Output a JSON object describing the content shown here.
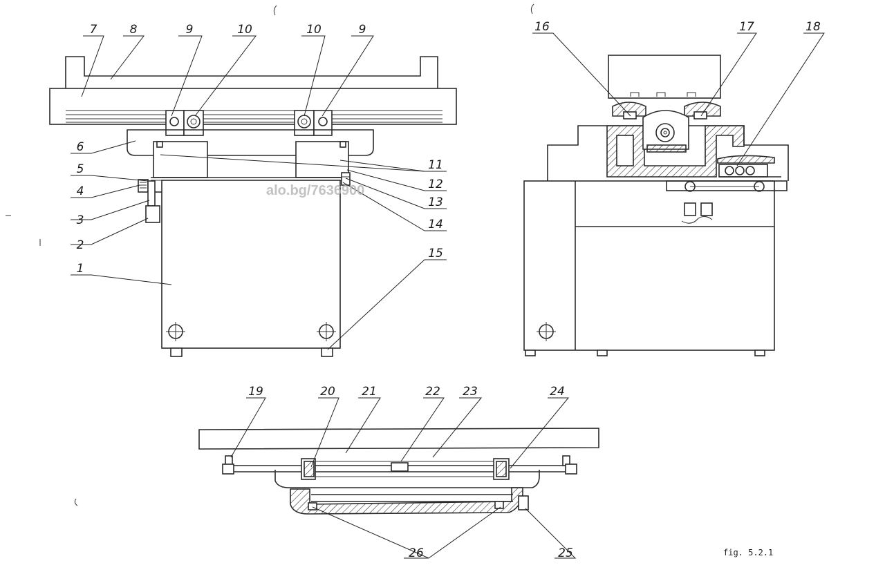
{
  "figure": {
    "caption": "fig. 5.2.1",
    "watermark": "alo.bg/7636900"
  },
  "labels": {
    "front_view": [
      "1",
      "2",
      "3",
      "4",
      "5",
      "6",
      "7",
      "8",
      "9",
      "10",
      "10",
      "9",
      "11",
      "12",
      "13",
      "14",
      "15"
    ],
    "side_view": [
      "16",
      "17",
      "18"
    ],
    "bottom_view": [
      "19",
      "20",
      "21",
      "22",
      "23",
      "24",
      "26",
      "25"
    ]
  },
  "colors": {
    "ink": "#2a2a2a",
    "paper": "#ffffff",
    "watermark": "#b8b8b8"
  }
}
